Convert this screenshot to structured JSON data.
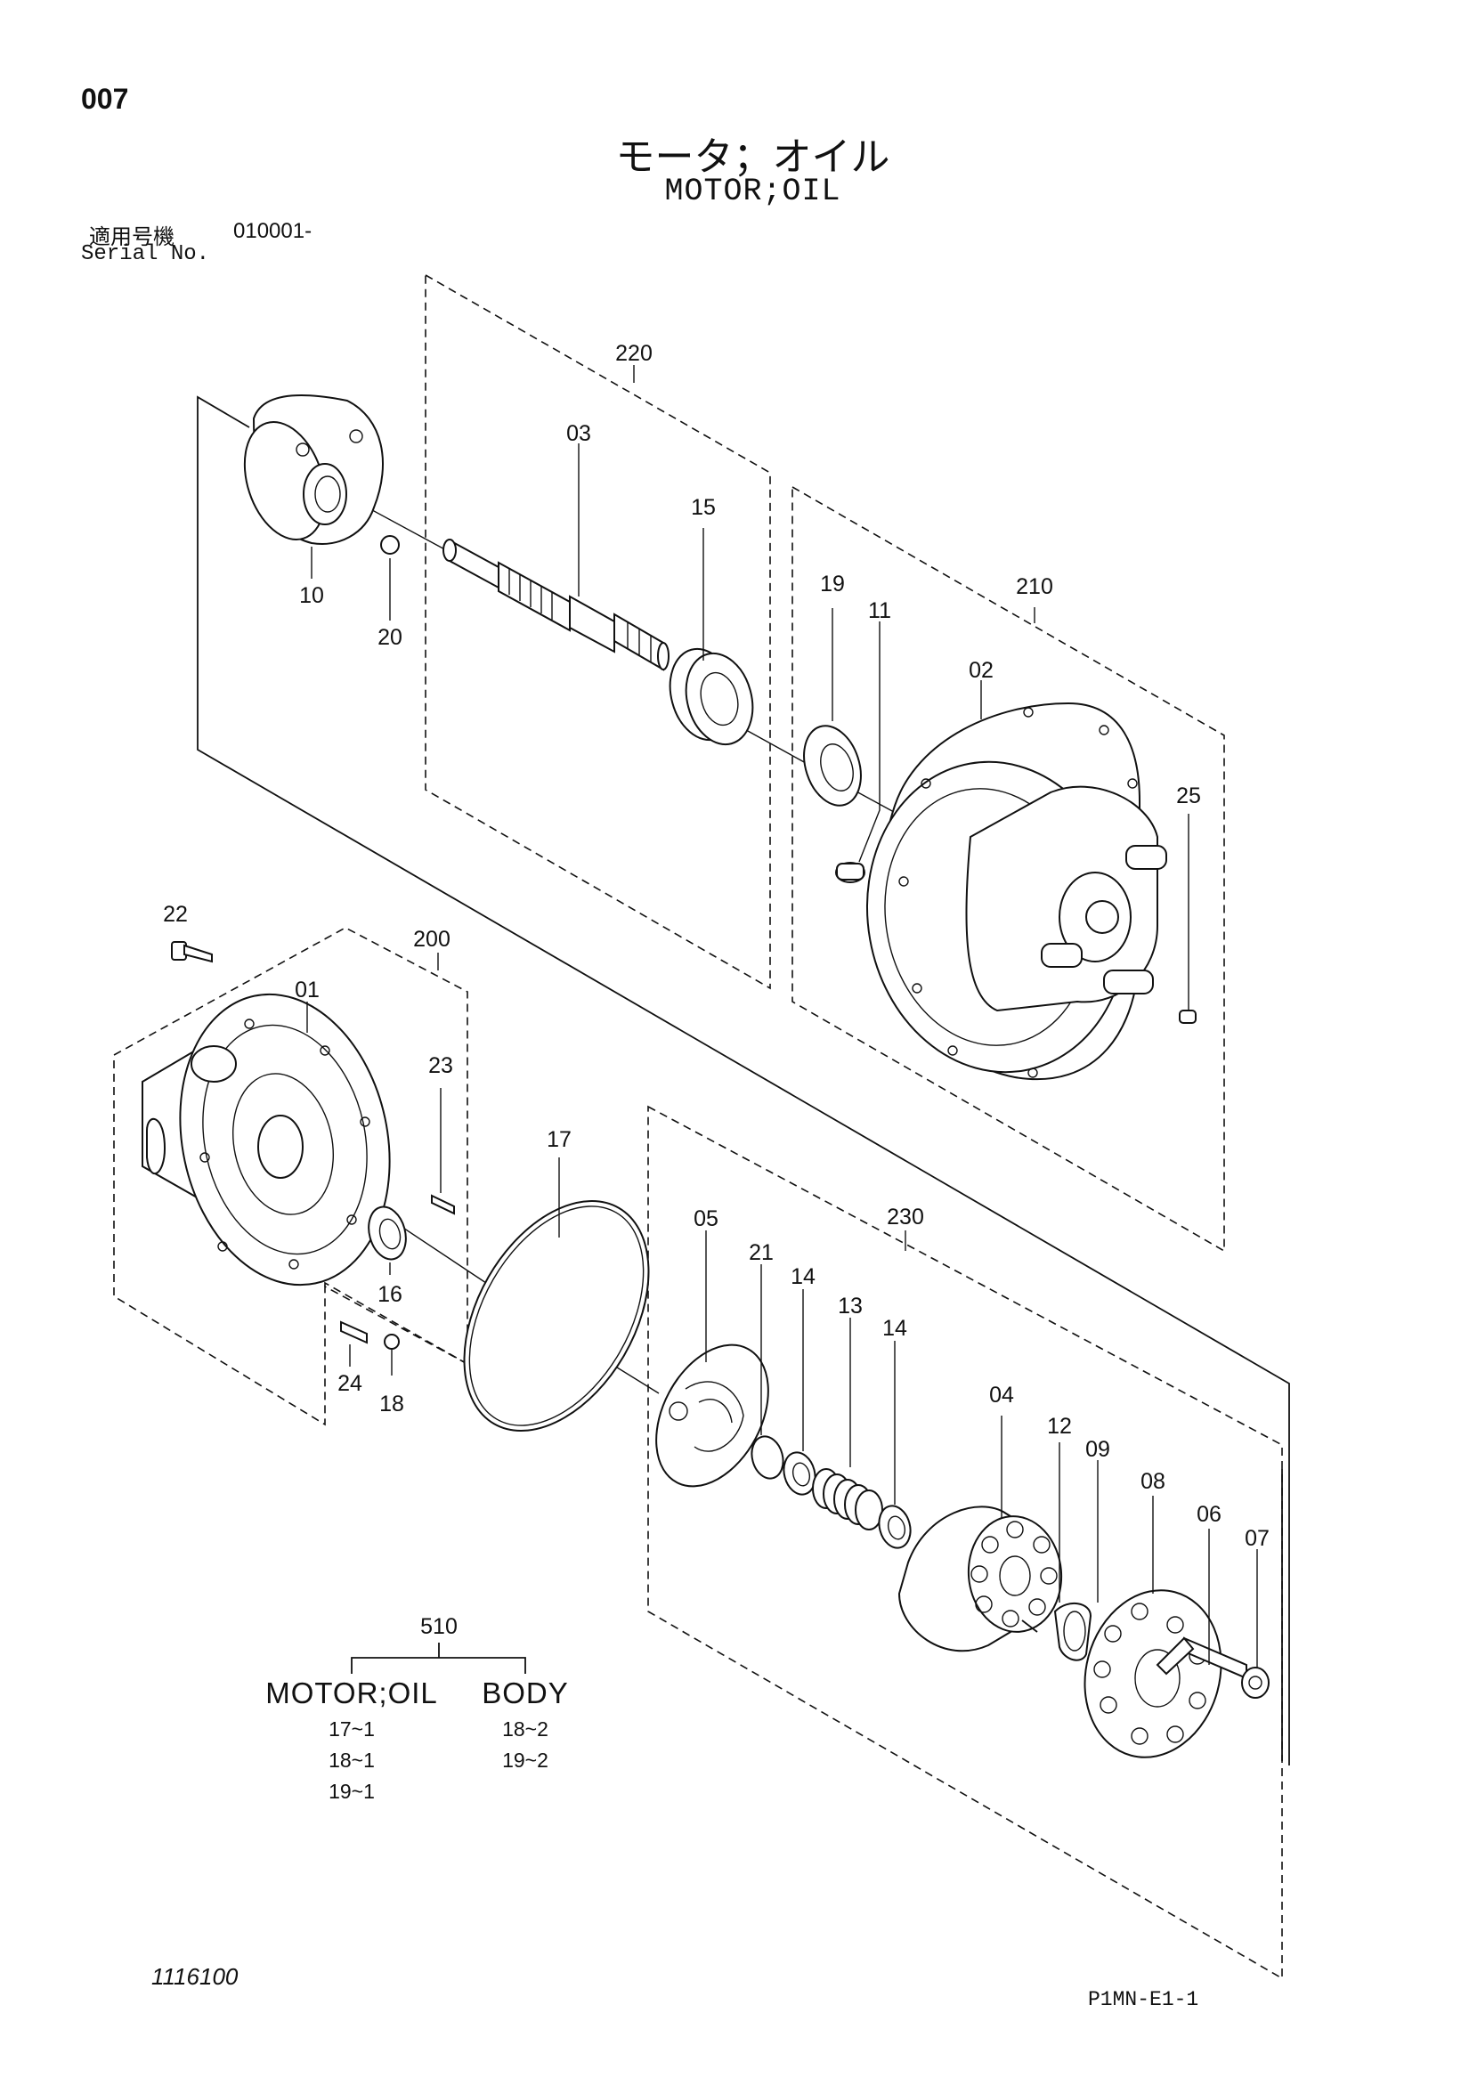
{
  "page_number": "007",
  "title_jp": "モータ；オイル",
  "title_en": "MOTOR;OIL",
  "serial_label_jp": "適用号機",
  "serial_value": "010001-",
  "serial_label_en": "Serial No.",
  "footer_left": "1116100",
  "footer_right": "P1MN-E1-1",
  "callouts": {
    "c220": "220",
    "c03": "03",
    "c15": "15",
    "c10": "10",
    "c20": "20",
    "c19": "19",
    "c11": "11",
    "c210": "210",
    "c02": "02",
    "c25": "25",
    "c22": "22",
    "c200": "200",
    "c01": "01",
    "c23": "23",
    "c16": "16",
    "c24": "24",
    "c18": "18",
    "c17": "17",
    "c05": "05",
    "c230": "230",
    "c21": "21",
    "c14a": "14",
    "c13": "13",
    "c14b": "14",
    "c04": "04",
    "c12": "12",
    "c09": "09",
    "c08": "08",
    "c06": "06",
    "c07": "07"
  },
  "kit_table": {
    "kit_number": "510",
    "col1_header": "MOTOR;OIL",
    "col2_header": "BODY",
    "col1_rows": [
      "17~1",
      "18~1",
      "19~1"
    ],
    "col2_rows": [
      "18~2",
      "19~2"
    ]
  }
}
